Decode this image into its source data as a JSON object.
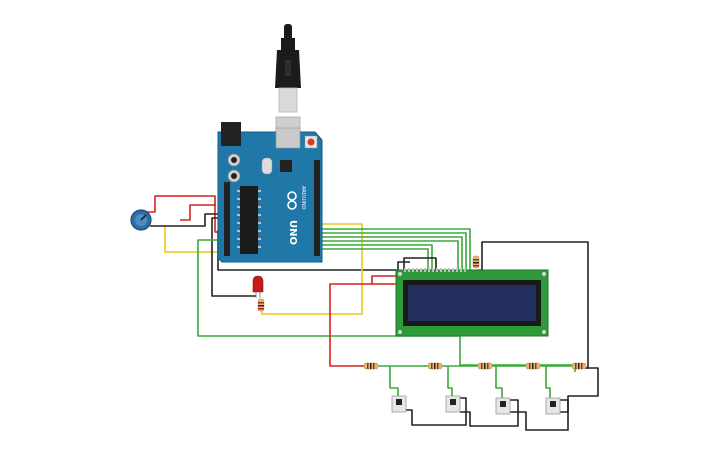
{
  "board": {
    "brand_text": "ARDUINO",
    "model_text": "UNO"
  },
  "colors": {
    "board": "#1f78a8",
    "board_edge": "#155a80",
    "lcd_pcb": "#2f9a3a",
    "lcd_screen": "#23305e",
    "wire_red": "#d62020",
    "wire_black": "#222222",
    "wire_yellow": "#e8c81a",
    "wire_green": "#3aa93a",
    "resistor_body": "#e3b977",
    "led_red": "#c81818",
    "pot_blue": "#2b6ea8",
    "usb_gray": "#d9d9d9",
    "usb_black": "#1b1b1b"
  },
  "components": {
    "usb_cable": "usb-cable",
    "arduino": "arduino-uno",
    "potentiometer": "potentiometer",
    "led": "red-led",
    "lcd": "lcd-16x2",
    "pushbuttons": [
      "pushbutton-1",
      "pushbutton-2",
      "pushbutton-3",
      "pushbutton-4"
    ],
    "resistors": [
      "resistor-led",
      "resistor-lcd",
      "resistor-1",
      "resistor-2",
      "resistor-3",
      "resistor-4",
      "resistor-5"
    ]
  }
}
